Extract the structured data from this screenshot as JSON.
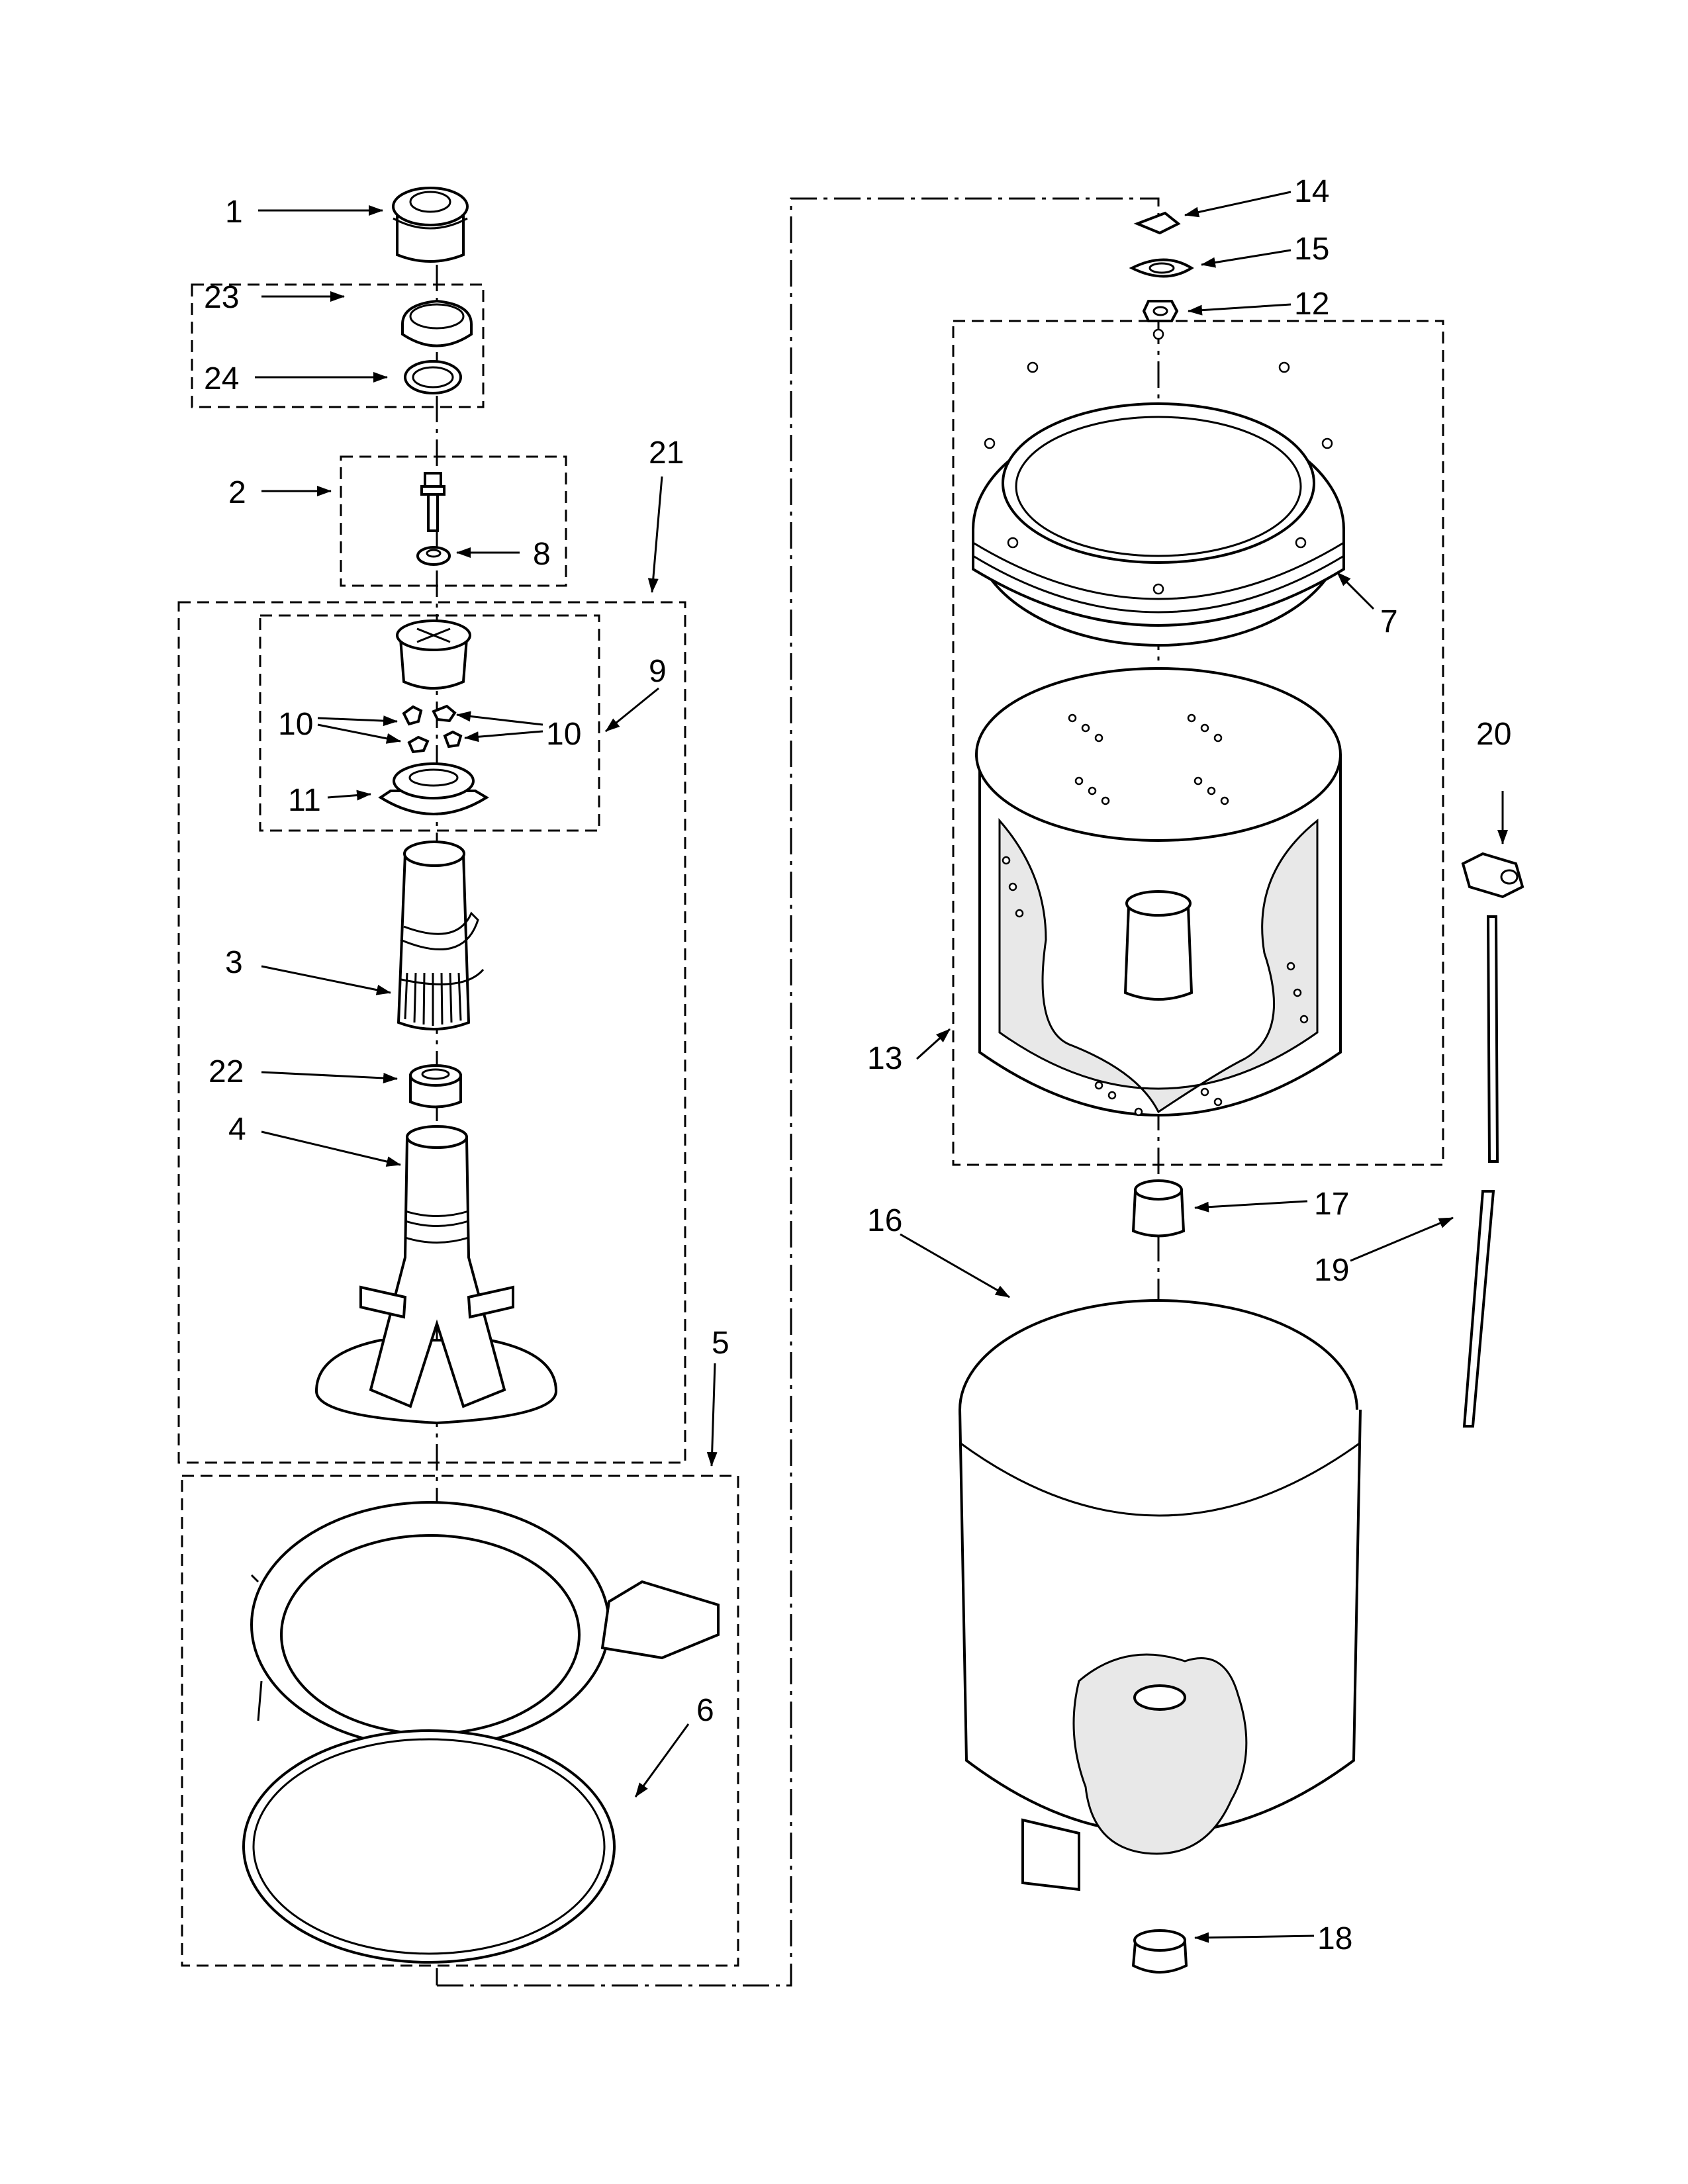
{
  "callouts": {
    "c1": "1",
    "c2": "2",
    "c3": "3",
    "c4": "4",
    "c5": "5",
    "c6": "6",
    "c7": "7",
    "c8": "8",
    "c9": "9",
    "c10a": "10",
    "c10b": "10",
    "c11": "11",
    "c12": "12",
    "c13": "13",
    "c14": "14",
    "c15": "15",
    "c16": "16",
    "c17": "17",
    "c18": "18",
    "c19": "19",
    "c20": "20",
    "c21": "21",
    "c22": "22",
    "c23": "23",
    "c24": "24"
  }
}
